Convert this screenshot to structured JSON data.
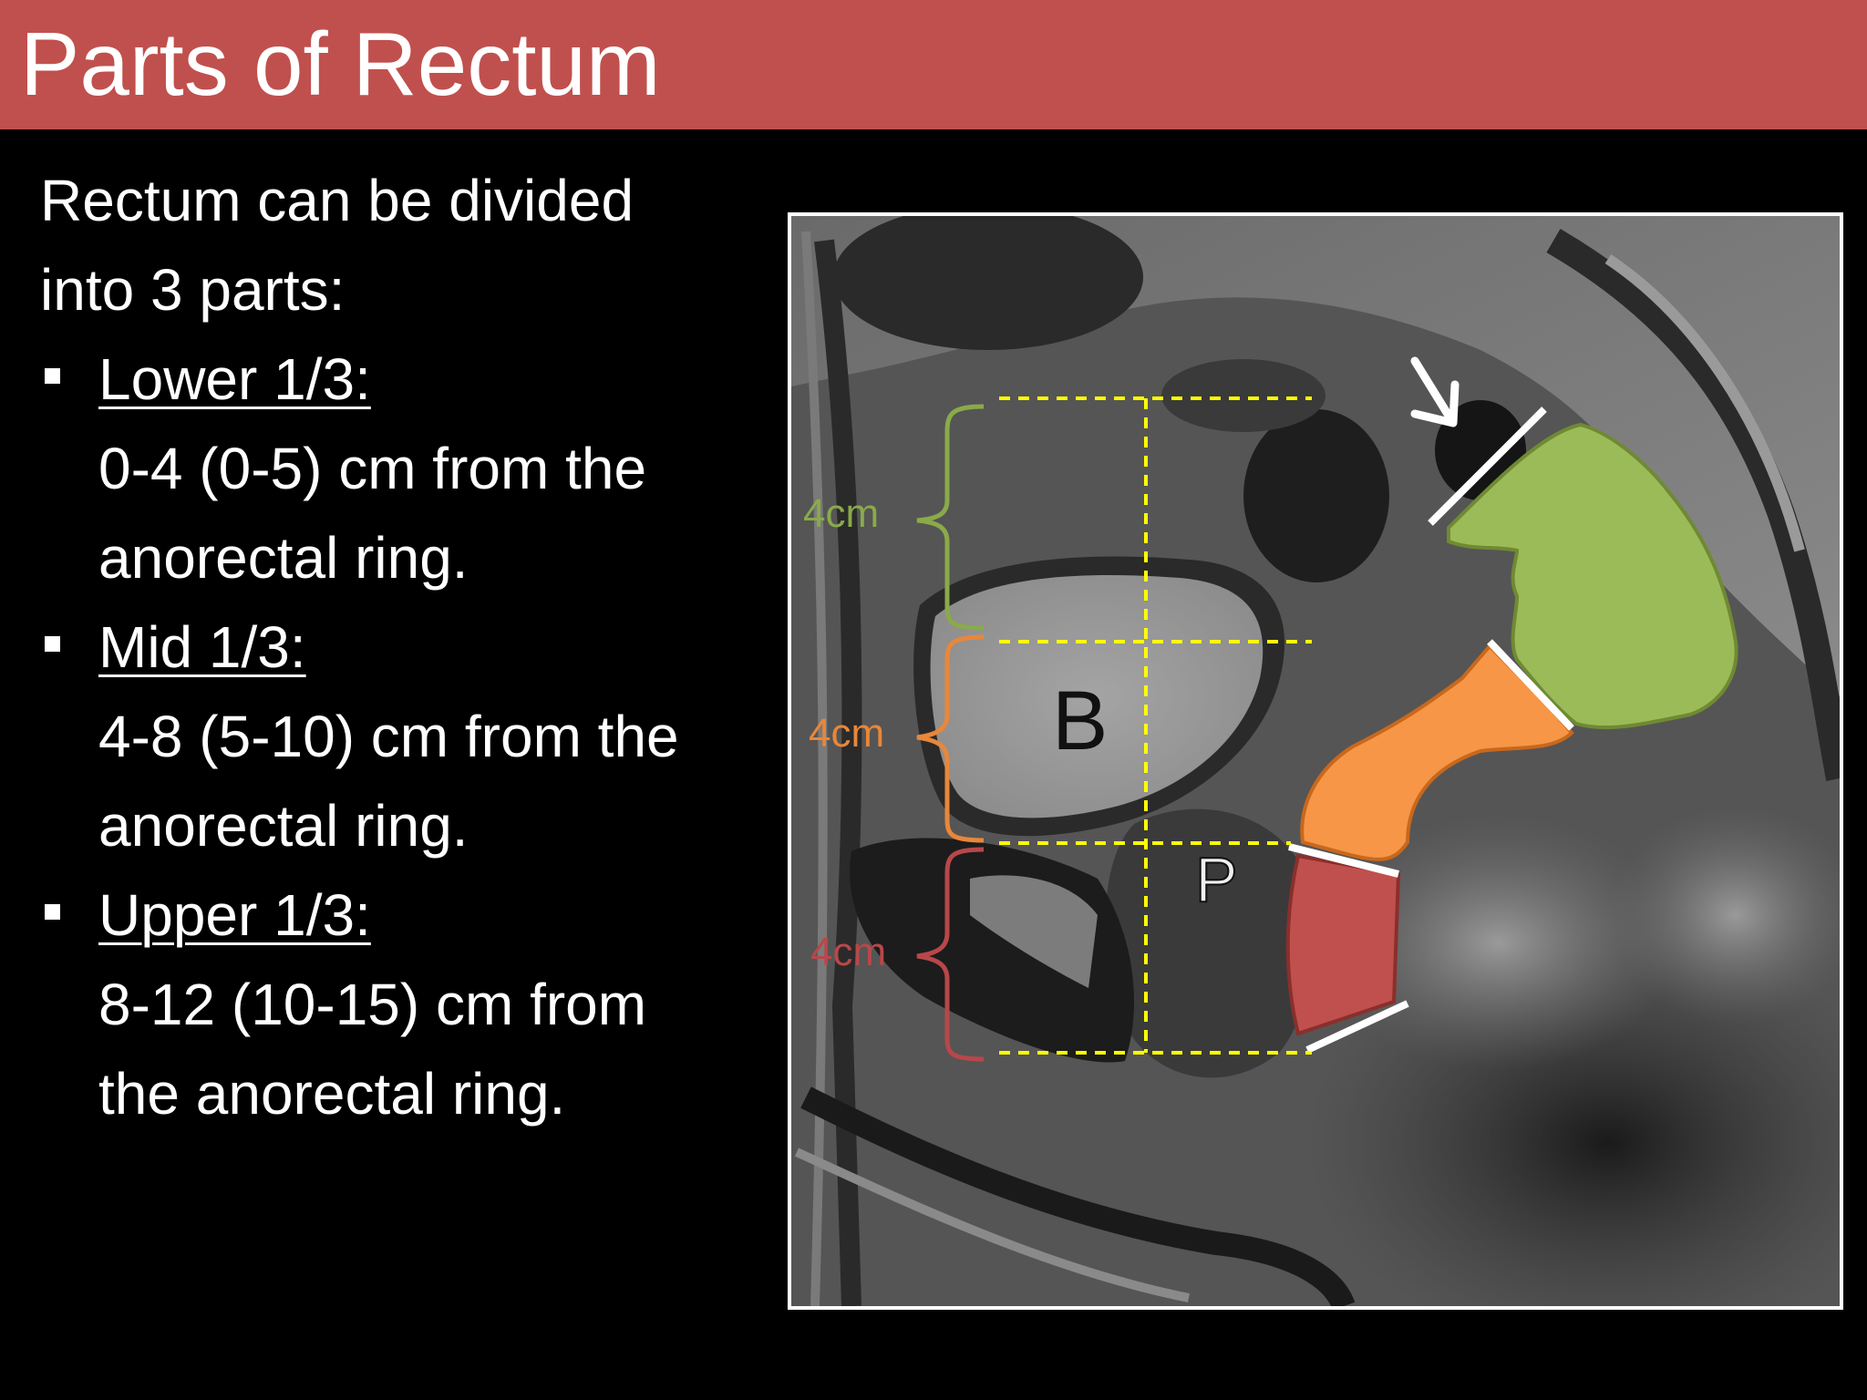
{
  "slide": {
    "title": "Parts of Rectum",
    "intro_line1": "Rectum can be divided",
    "intro_line2": "into 3 parts:",
    "parts": [
      {
        "heading": "Lower 1/3:",
        "line1": "0-4 (0-5) cm from the",
        "line2": "anorectal ring."
      },
      {
        "heading": "Mid 1/3:",
        "line1": "4-8 (5-10) cm from the",
        "line2": "anorectal ring."
      },
      {
        "heading": "Upper 1/3:",
        "line1": "8-12 (10-15) cm from",
        "line2": "the anorectal ring."
      }
    ]
  },
  "figure": {
    "bracket_labels": [
      "4cm",
      "4cm",
      "4cm"
    ],
    "organ_labels": {
      "bladder": "B",
      "prostate": "P"
    },
    "colors": {
      "title_bar": "#c0504d",
      "segment_green": "#9bbb59",
      "segment_orange": "#f79646",
      "segment_red": "#c0504d",
      "guide_lines": "#ffff00",
      "bracket_green": "#8aaa4a",
      "bracket_orange": "#e8873a",
      "bracket_red": "#b8474a"
    }
  }
}
